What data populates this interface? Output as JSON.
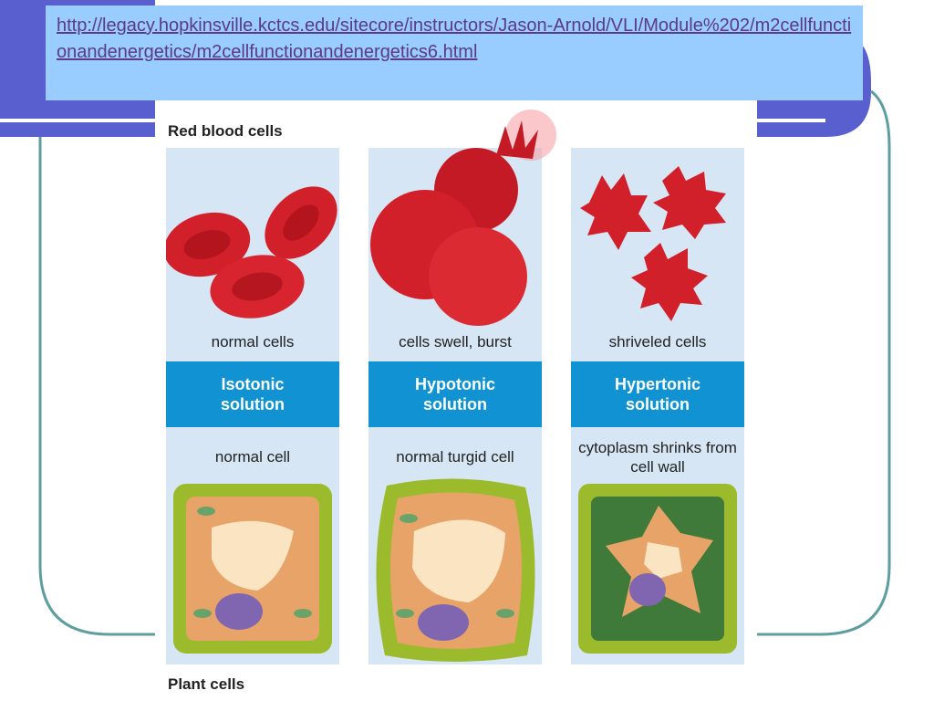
{
  "url": "http://legacy.hopkinsville.kctcs.edu/sitecore/instructors/Jason-Arnold/VLI/Module%202/m2cellfunctionandenergetics/m2cellfunctionandenergetics6.html",
  "figure": {
    "top_heading": "Red blood cells",
    "bottom_heading": "Plant cells",
    "columns": [
      {
        "rbc_caption": "normal cells",
        "solution_line1": "Isotonic",
        "solution_line2": "solution",
        "plant_caption": "normal cell"
      },
      {
        "rbc_caption": "cells swell, burst",
        "solution_line1": "Hypotonic",
        "solution_line2": "solution",
        "plant_caption": "normal turgid cell"
      },
      {
        "rbc_caption": "shriveled cells",
        "solution_line1": "Hypertonic",
        "solution_line2": "solution",
        "plant_caption": "cytoplasm shrinks from cell wall"
      }
    ]
  },
  "colors": {
    "frame_teal": "#5f9ea0",
    "accent_purple": "#5a5fd0",
    "url_box": "#99ccff",
    "solution_band": "#1192d2",
    "column_bg": "#d6e6f4"
  }
}
